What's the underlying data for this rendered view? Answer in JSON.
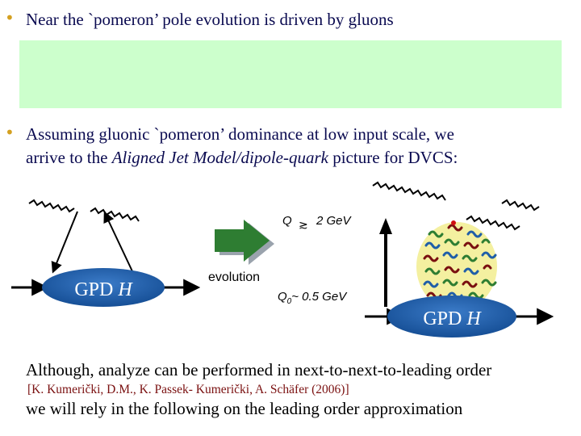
{
  "bullets": [
    {
      "text": "Near the `pomeron’ pole evolution is driven by gluons"
    },
    {
      "text_line1": "Assuming gluonic `pomeron’ dominance at low input scale, we",
      "text_line2_prefix": "arrive to the ",
      "text_line2_italic": "Aligned Jet Model/dipole-quark",
      "text_line2_suffix": " picture for DVCS:"
    }
  ],
  "bullet_symbol": "•",
  "diagram": {
    "left_blob": {
      "label": "GPD",
      "label_italic": "H"
    },
    "right_blob": {
      "label": "GPD",
      "label_italic": "H"
    },
    "evolution_label": "evolution",
    "q_label": "Q",
    "q_value": "2 GeV",
    "q0_label": "Q",
    "q0_sub": "0",
    "q0_value": "~ 0.5 GeV"
  },
  "notes": {
    "line1": "Although, analyze can be performed in next-to-next-to-leading order",
    "reference": "[K. Kumerički, D.M., K. Passek- Kumerički, A. Schäfer (2006)]",
    "line2": "we will rely in the following on the leading order approximation"
  },
  "colors": {
    "bullet": "#d4a020",
    "green_box": "#ccffcc",
    "blob": "#1f5ea8",
    "arrow_green": "#2e7d32",
    "reference": "#7a1010"
  }
}
